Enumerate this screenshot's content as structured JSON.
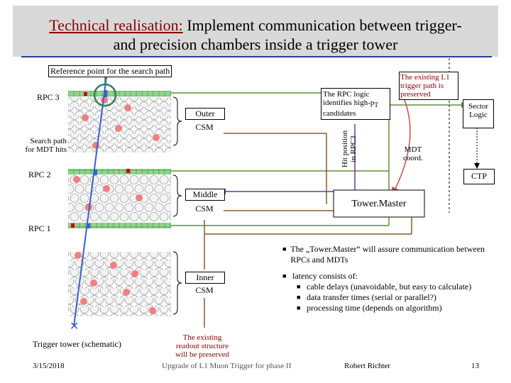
{
  "title": {
    "highlight": "Technical realisation:",
    "rest_line1": " Implement communication between trigger-",
    "line2": "and precision chambers inside a trigger tower"
  },
  "labels": {
    "reference_point": "Reference point for the search path",
    "rpc3": "RPC 3",
    "rpc2": "RPC 2",
    "rpc1": "RPC 1",
    "search_path": "Search path\nfor MDT hits",
    "outer": "Outer",
    "middle": "Middle",
    "inner": "Inner",
    "csm": "CSM",
    "rpc_logic": "The RPC logic identifies high-p",
    "rpc_logic_sub": "T",
    "rpc_logic_end": "candidates",
    "hit_position": "Hit position\nin RPC3",
    "existing_l1": "The existing L1\ntrigger path is\npreserved",
    "sector_logic": "Sector\nLogic",
    "mdt_coord": "MDT\ncoord.",
    "ctp": "CTP",
    "tower_master": "Tower.Master",
    "trigger_tower": "Trigger tower (schematic)",
    "existing_readout": "The existing\nreadout structure\nwill be preserved"
  },
  "bullets": {
    "b1": "The „Tower.Master“ will assure communication between RPCs and MDTs",
    "b2": "latency consists of:",
    "sub1": "cable delays (unavoidable, but easy to calculate)",
    "sub2": "data transfer times (serial or parallel?)",
    "sub3": "processing time (depends on algorithm)"
  },
  "footer": {
    "date": "3/15/2018",
    "center": "Upgrade of L1 Muon Trigger for phase II",
    "author": "Robert Richter",
    "page": "13"
  },
  "colors": {
    "title_highlight": "#8b0000",
    "title_bar": "#d9d9d9",
    "rpc_strip": "#8fd48f",
    "link_green": "#5e8f3a",
    "link_purple": "#6a3d8f",
    "link_red": "#c0504d",
    "link_brown": "#8b5a2b",
    "track_blue": "#3a5fcd"
  }
}
